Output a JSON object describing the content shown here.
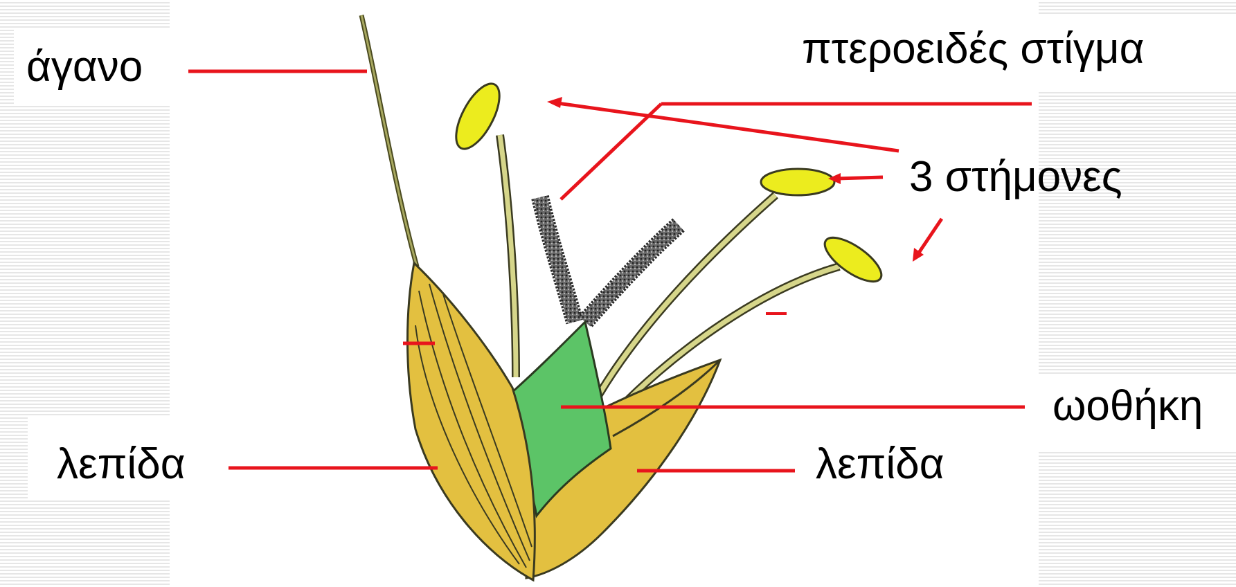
{
  "labels": {
    "awn": "άγανο",
    "feathery_stigma": "πτεροειδές στίγμα",
    "stamens": "3 στήμονες",
    "ovary": "ωοθήκη",
    "lemma_left": "λεπίδα",
    "lemma_right": "λεπίδα"
  },
  "colors": {
    "leader_line": "#e8141c",
    "anther": "#ecec1e",
    "filament": "#d6d68a",
    "ovary": "#5cc467",
    "lemma": "#e3c040",
    "stigma": "#4a4a4a",
    "outline": "#3a3a20"
  }
}
